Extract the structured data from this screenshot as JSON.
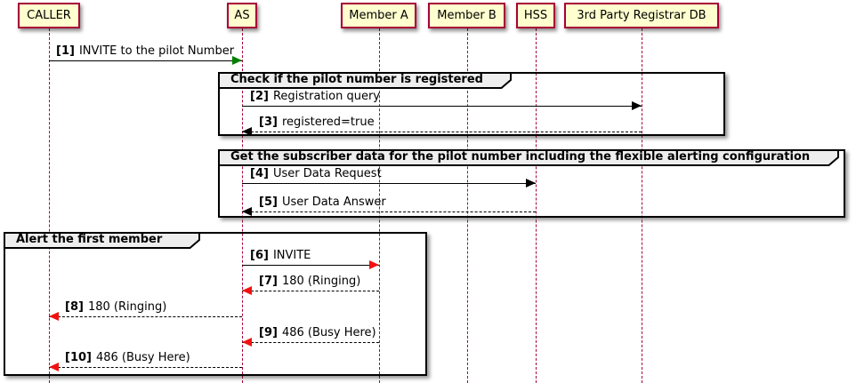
{
  "diagram": {
    "type": "uml-sequence-diagram",
    "participants": [
      {
        "name": "CALLER"
      },
      {
        "name": "AS"
      },
      {
        "name": "Member A"
      },
      {
        "name": "Member B"
      },
      {
        "name": "HSS"
      },
      {
        "name": "3rd Party Registrar DB"
      }
    ],
    "groups": [
      {
        "title": "Check if the pilot number is registered"
      },
      {
        "title": "Get the subscriber data for the pilot number including the flexible alerting configuration"
      },
      {
        "title": "Alert the first member"
      }
    ],
    "messages": [
      {
        "num": "[1]",
        "text": "INVITE to the pilot Number",
        "from": "CALLER",
        "to": "AS",
        "color": "green",
        "line": "solid"
      },
      {
        "num": "[2]",
        "text": "Registration query",
        "from": "AS",
        "to": "3rd Party Registrar DB",
        "color": "black",
        "line": "solid"
      },
      {
        "num": "[3]",
        "text": "registered=true",
        "from": "3rd Party Registrar DB",
        "to": "AS",
        "color": "black",
        "line": "dashed"
      },
      {
        "num": "[4]",
        "text": "User Data Request",
        "from": "AS",
        "to": "HSS",
        "color": "black",
        "line": "solid"
      },
      {
        "num": "[5]",
        "text": "User Data Answer",
        "from": "HSS",
        "to": "AS",
        "color": "black",
        "line": "dashed"
      },
      {
        "num": "[6]",
        "text": "INVITE",
        "from": "AS",
        "to": "Member A",
        "color": "red",
        "line": "solid"
      },
      {
        "num": "[7]",
        "text": "180 (Ringing)",
        "from": "Member A",
        "to": "AS",
        "color": "red",
        "line": "dashed"
      },
      {
        "num": "[8]",
        "text": "180 (Ringing)",
        "from": "AS",
        "to": "CALLER",
        "color": "red",
        "line": "dashed"
      },
      {
        "num": "[9]",
        "text": "486 (Busy Here)",
        "from": "Member A",
        "to": "AS",
        "color": "red",
        "line": "dashed"
      },
      {
        "num": "[10]",
        "text": "486 (Busy Here)",
        "from": "AS",
        "to": "CALLER",
        "color": "red",
        "line": "dashed"
      }
    ],
    "colors": {
      "participant_fill": "#FEFECE",
      "participant_border": "#A80036",
      "lifeline": "#A80036",
      "frame_border": "#000000",
      "frame_header_fill": "#EEEEEE",
      "message_default": "#000000",
      "message_green": "#008000",
      "message_red": "#F21111",
      "background": "#FFFFFF"
    }
  }
}
